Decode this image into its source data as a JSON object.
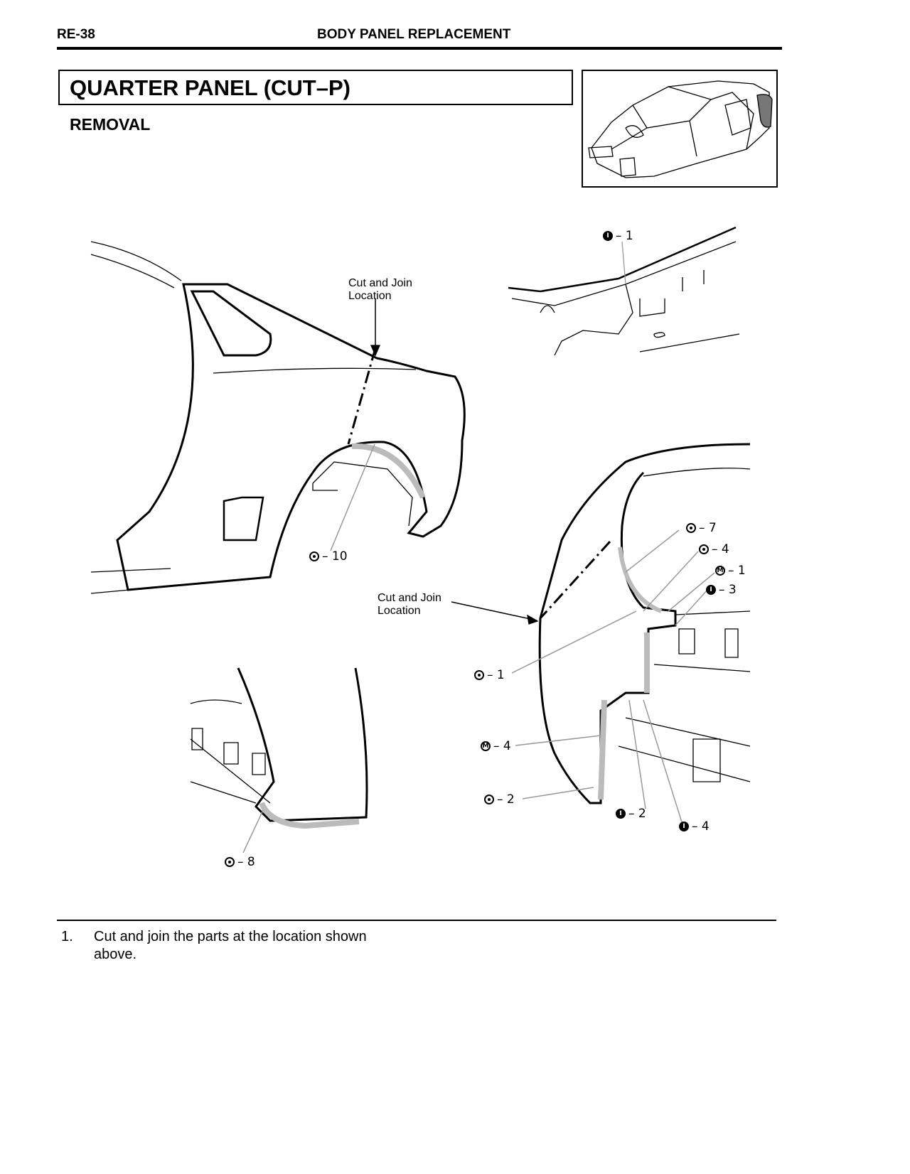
{
  "header": {
    "page_code": "RE-38",
    "section": "BODY PANEL REPLACEMENT"
  },
  "title": "QUARTER PANEL (CUT–P)",
  "subtitle": "REMOVAL",
  "callouts": {
    "cut_join_1": [
      "Cut and Join",
      "Location"
    ],
    "cut_join_2": [
      "Cut and Join",
      "Location"
    ]
  },
  "labels": [
    {
      "symbol": "fill",
      "glyph": "I",
      "text": "– 1"
    },
    {
      "symbol": "spot",
      "glyph": "",
      "text": "– 10"
    },
    {
      "symbol": "spot",
      "glyph": "",
      "text": "– 7"
    },
    {
      "symbol": "spot",
      "glyph": "",
      "text": "– 4"
    },
    {
      "symbol": "mig",
      "glyph": "M",
      "text": "– 1"
    },
    {
      "symbol": "fill",
      "glyph": "I",
      "text": "– 3"
    },
    {
      "symbol": "spot",
      "glyph": "",
      "text": "– 1"
    },
    {
      "symbol": "mig",
      "glyph": "M",
      "text": "– 4"
    },
    {
      "symbol": "spot",
      "glyph": "",
      "text": "– 2"
    },
    {
      "symbol": "fill",
      "glyph": "I",
      "text": "– 2"
    },
    {
      "symbol": "fill",
      "glyph": "I",
      "text": "– 4"
    },
    {
      "symbol": "spot",
      "glyph": "",
      "text": "– 8"
    }
  ],
  "steps": [
    {
      "number": "1.",
      "text": [
        "Cut and join the parts at the location shown",
        "above."
      ]
    }
  ]
}
